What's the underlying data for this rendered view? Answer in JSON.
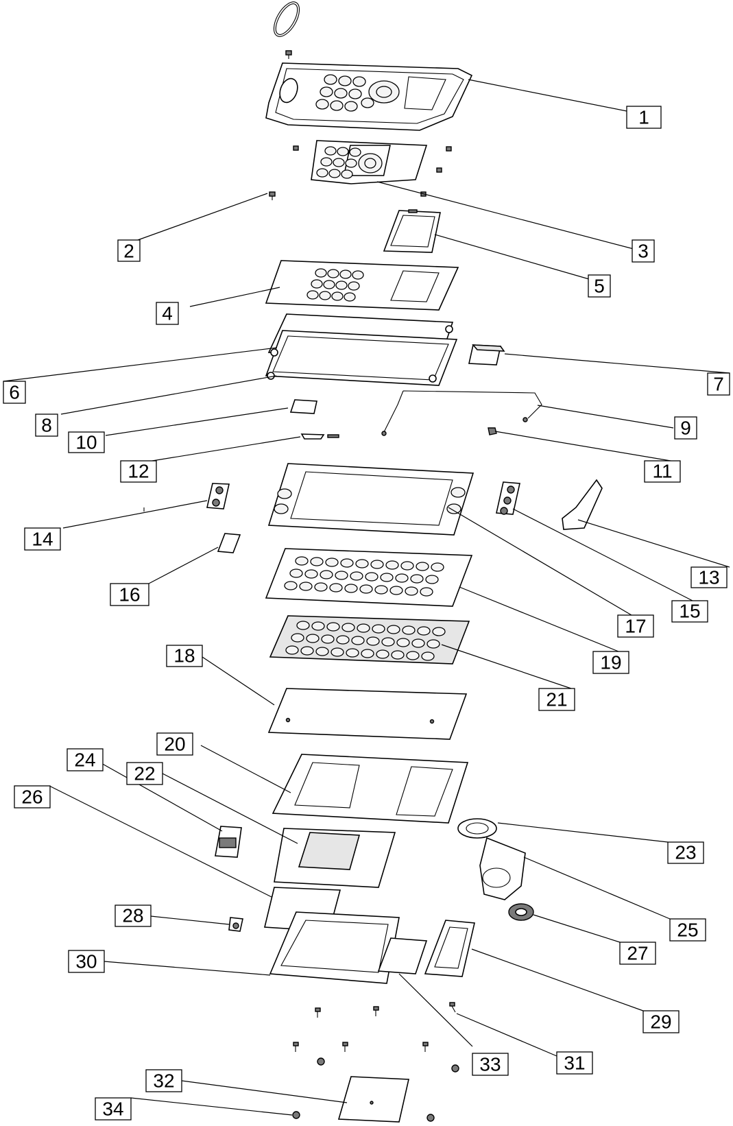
{
  "callouts": [
    {
      "id": "1",
      "text": "1"
    },
    {
      "id": "2",
      "text": "2"
    },
    {
      "id": "3",
      "text": "3"
    },
    {
      "id": "4",
      "text": "4"
    },
    {
      "id": "5",
      "text": "5"
    },
    {
      "id": "6",
      "text": "6"
    },
    {
      "id": "7",
      "text": "7"
    },
    {
      "id": "8",
      "text": "8"
    },
    {
      "id": "9",
      "text": "9"
    },
    {
      "id": "10",
      "text": "10"
    },
    {
      "id": "11",
      "text": "11"
    },
    {
      "id": "12",
      "text": "12"
    },
    {
      "id": "13",
      "text": "13"
    },
    {
      "id": "14",
      "text": "14"
    },
    {
      "id": "15",
      "text": "15"
    },
    {
      "id": "16",
      "text": "16"
    },
    {
      "id": "17",
      "text": "17"
    },
    {
      "id": "18",
      "text": "18"
    },
    {
      "id": "19",
      "text": "19"
    },
    {
      "id": "20",
      "text": "20"
    },
    {
      "id": "21",
      "text": "21"
    },
    {
      "id": "22",
      "text": "22"
    },
    {
      "id": "23",
      "text": "23"
    },
    {
      "id": "24",
      "text": "24"
    },
    {
      "id": "25",
      "text": "25"
    },
    {
      "id": "26",
      "text": "26"
    },
    {
      "id": "27",
      "text": "27"
    },
    {
      "id": "28",
      "text": "28"
    },
    {
      "id": "29",
      "text": "29"
    },
    {
      "id": "30",
      "text": "30"
    },
    {
      "id": "31",
      "text": "31"
    },
    {
      "id": "32",
      "text": "32"
    },
    {
      "id": "33",
      "text": "33"
    },
    {
      "id": "34",
      "text": "34"
    }
  ]
}
